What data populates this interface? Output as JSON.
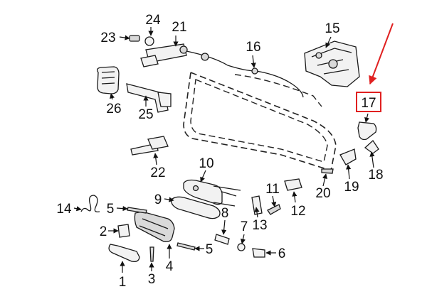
{
  "callouts": [
    "1",
    "2",
    "3",
    "4",
    "5",
    "5",
    "6",
    "7",
    "8",
    "9",
    "10",
    "11",
    "12",
    "13",
    "14",
    "15",
    "16",
    "17",
    "18",
    "19",
    "20",
    "21",
    "22",
    "23",
    "24",
    "25",
    "26"
  ],
  "highlight": {
    "callout": "17",
    "color": "#e02020"
  },
  "colors": {
    "line": "#1a1a1a",
    "fill": "#f2f2f2",
    "accent": "#e02020"
  }
}
